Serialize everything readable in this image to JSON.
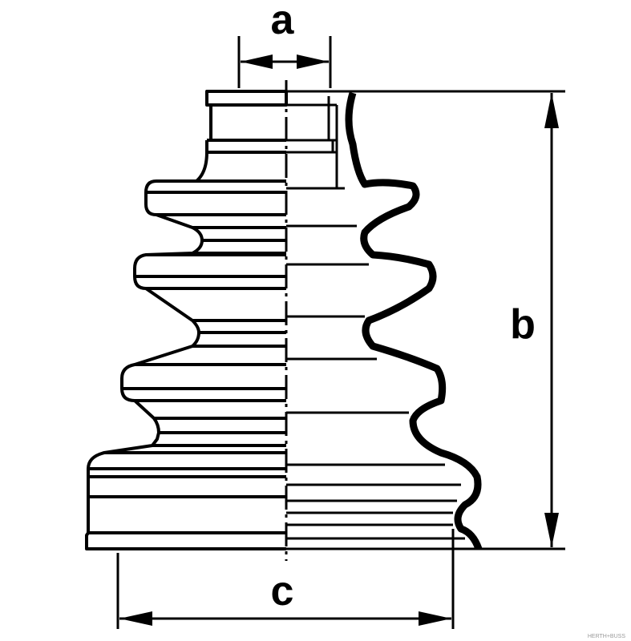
{
  "diagram": {
    "dimension_labels": {
      "a": "a",
      "b": "b",
      "c": "c"
    },
    "watermark": "HERTH+BUSS",
    "colors": {
      "line": "#000000",
      "background": "#ffffff"
    }
  }
}
